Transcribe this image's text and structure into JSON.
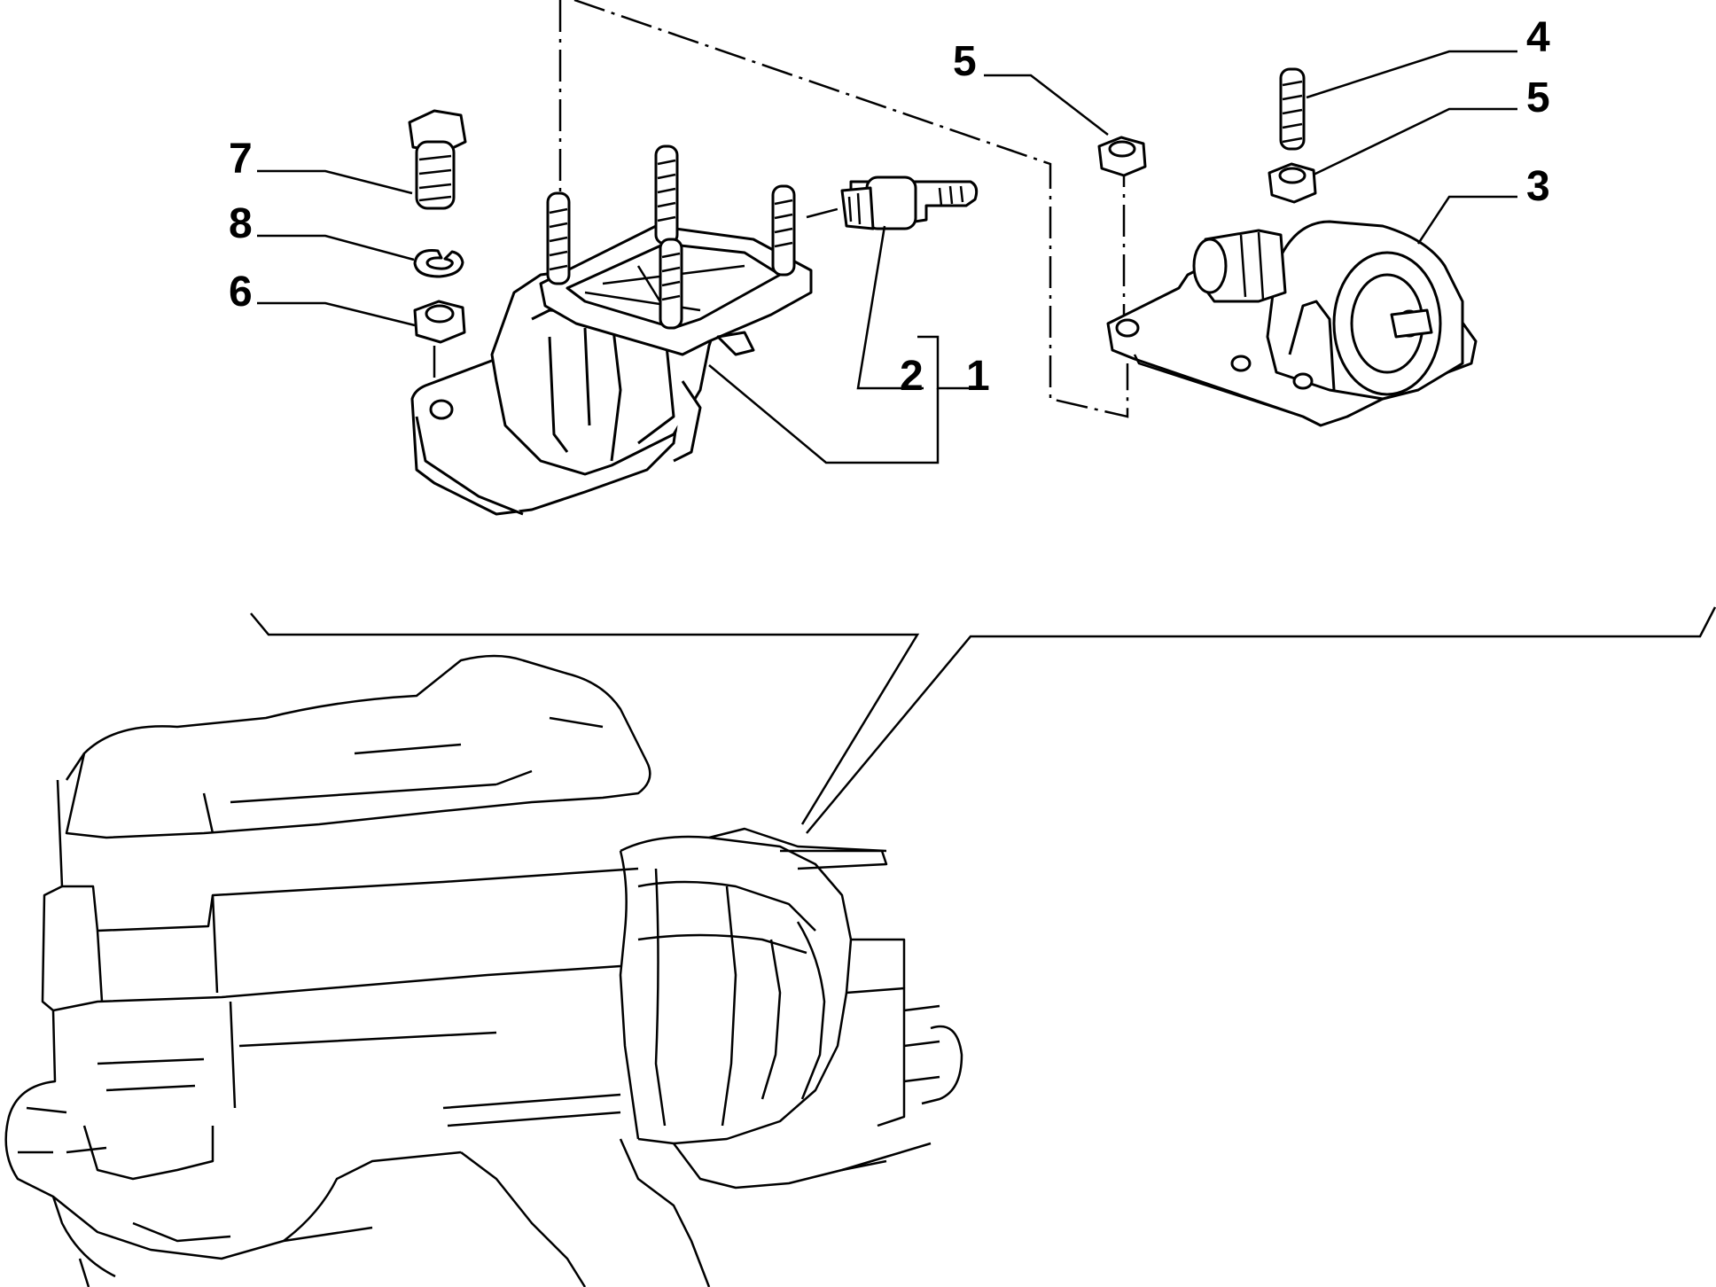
{
  "diagram": {
    "callouts": [
      {
        "id": "7",
        "label": "7"
      },
      {
        "id": "8",
        "label": "8"
      },
      {
        "id": "6",
        "label": "6"
      },
      {
        "id": "5a",
        "label": "5"
      },
      {
        "id": "4",
        "label": "4"
      },
      {
        "id": "5b",
        "label": "5"
      },
      {
        "id": "3",
        "label": "3"
      },
      {
        "id": "2",
        "label": "2"
      },
      {
        "id": "1",
        "label": "1"
      }
    ]
  }
}
